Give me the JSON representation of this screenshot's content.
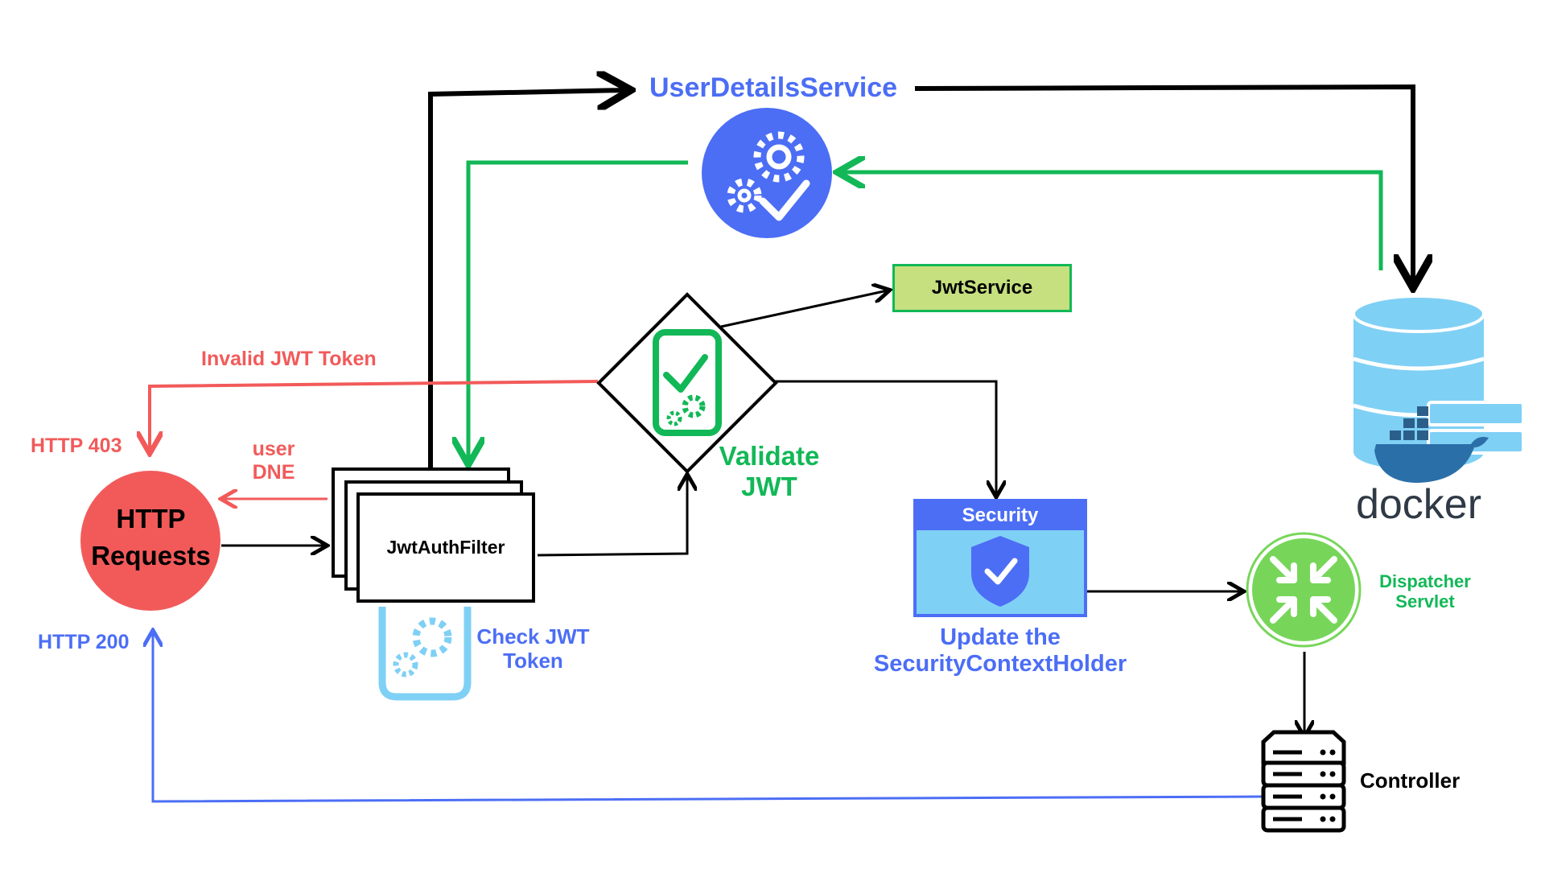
{
  "colors": {
    "black": "#000000",
    "green": "#12b857",
    "red": "#f25a5a",
    "blue": "#4c6ef5",
    "light_blue": "#7fd0f5",
    "jwt_service_fill": "#c6df7f",
    "dispatcher_green": "#77d65a"
  },
  "nodes": {
    "user_details_service": {
      "label": "UserDetailsService",
      "icon": "gears-check-icon"
    },
    "jwt_service": {
      "label": "JwtService"
    },
    "validate_jwt": {
      "label_line1": "Validate",
      "label_line2": "JWT",
      "icon": "phone-check-gear-icon"
    },
    "http_requests": {
      "label_line1": "HTTP",
      "label_line2": "Requests"
    },
    "jwt_auth_filter": {
      "label": "JwtAuthFilter"
    },
    "check_jwt": {
      "label_line1": "Check JWT",
      "label_line2": "Token",
      "icon": "gears-icon"
    },
    "security": {
      "header": "Security",
      "icon": "shield-check-icon",
      "label_line1": "Update the",
      "label_line2": "SecurityContextHolder"
    },
    "docker": {
      "label": "docker",
      "icon": "docker-database-icon"
    },
    "dispatcher_servlet": {
      "label_line1": "Dispatcher",
      "label_line2": "Servlet",
      "icon": "arrows-inward-icon"
    },
    "controller": {
      "label": "Controller",
      "icon": "server-icon"
    }
  },
  "edge_labels": {
    "invalid_jwt": "Invalid JWT Token",
    "http_403": "HTTP 403",
    "user_dne_line1": "user",
    "user_dne_line2": "DNE",
    "http_200": "HTTP 200"
  }
}
